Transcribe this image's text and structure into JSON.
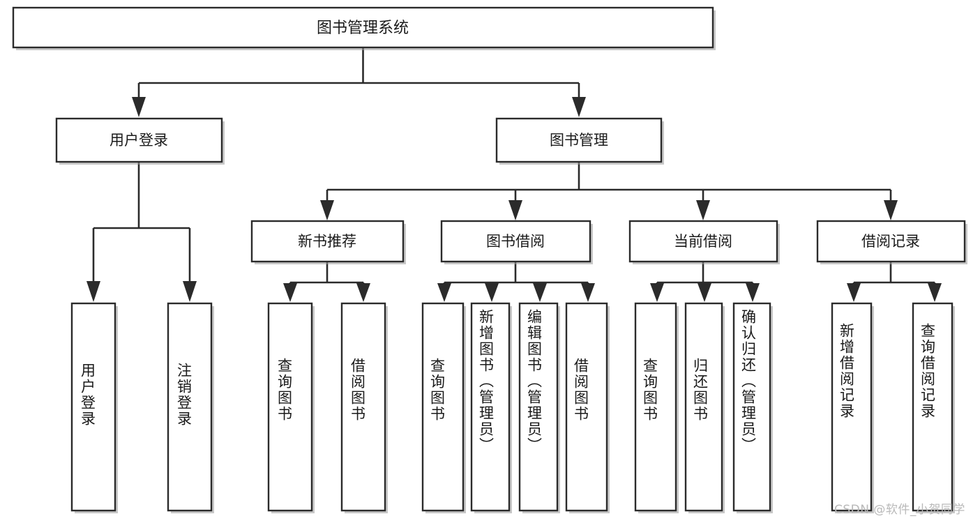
{
  "diagram": {
    "title": "图书管理系统",
    "watermark": "CSDN @软件_小贺同学",
    "colors": {
      "stroke": "#2b2b2b",
      "box_fill": "#ffffff",
      "text": "#1a1a1a",
      "background": "#ffffff",
      "watermark": "#b9b9b9"
    },
    "root": {
      "label": "图书管理系统"
    },
    "level2": [
      {
        "label": "用户登录"
      },
      {
        "label": "图书管理"
      }
    ],
    "level3": [
      {
        "label": "新书推荐"
      },
      {
        "label": "图书借阅"
      },
      {
        "label": "当前借阅"
      },
      {
        "label": "借阅记录"
      }
    ],
    "leaves": {
      "user_login": [
        {
          "label": "用户登录"
        },
        {
          "label": "注销登录"
        }
      ],
      "new_book": [
        {
          "label": "查询图书"
        },
        {
          "label": "借阅图书"
        }
      ],
      "book_borrow": [
        {
          "label": "查询图书"
        },
        {
          "label": "新增图书（管理员）"
        },
        {
          "label": "编辑图书（管理员）"
        },
        {
          "label": "借阅图书"
        }
      ],
      "current_borrow": [
        {
          "label": "查询图书"
        },
        {
          "label": "归还图书"
        },
        {
          "label": "确认归还（管理员）"
        }
      ],
      "borrow_record": [
        {
          "label": "新增借阅记录"
        },
        {
          "label": "查询借阅记录"
        }
      ]
    }
  }
}
